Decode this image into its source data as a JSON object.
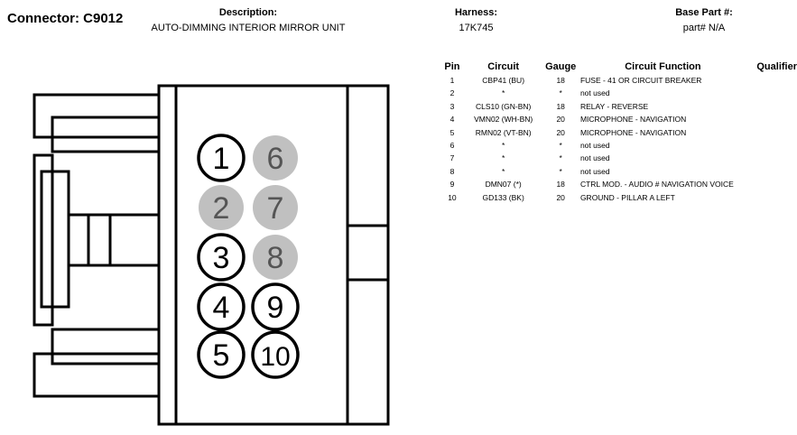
{
  "header": {
    "connector": "Connector: C9012",
    "description_label": "Description:",
    "description": "AUTO-DIMMING INTERIOR MIRROR UNIT",
    "harness_label": "Harness:",
    "harness": "17K745",
    "base_part_label": "Base Part #:",
    "base_part": "part# N/A"
  },
  "colors": {
    "used_pin": "#ffffff",
    "unused_pin": "#c0c0c0",
    "unused_pin_text": "#555555",
    "outline": "#000000"
  },
  "table": {
    "columns": [
      "Pin",
      "Circuit",
      "Gauge",
      "Circuit Function",
      "Qualifier"
    ],
    "rows": [
      {
        "pin": "1",
        "circuit": "CBP41 (BU)",
        "gauge": "18",
        "function": "FUSE - 41 OR CIRCUIT BREAKER",
        "qualifier": ""
      },
      {
        "pin": "2",
        "circuit": "*",
        "gauge": "*",
        "function": "not used",
        "qualifier": ""
      },
      {
        "pin": "3",
        "circuit": "CLS10 (GN-BN)",
        "gauge": "18",
        "function": "RELAY - REVERSE",
        "qualifier": ""
      },
      {
        "pin": "4",
        "circuit": "VMN02 (WH-BN)",
        "gauge": "20",
        "function": "MICROPHONE - NAVIGATION",
        "qualifier": ""
      },
      {
        "pin": "5",
        "circuit": "RMN02 (VT-BN)",
        "gauge": "20",
        "function": "MICROPHONE - NAVIGATION",
        "qualifier": ""
      },
      {
        "pin": "6",
        "circuit": "*",
        "gauge": "*",
        "function": "not used",
        "qualifier": ""
      },
      {
        "pin": "7",
        "circuit": "*",
        "gauge": "*",
        "function": "not used",
        "qualifier": ""
      },
      {
        "pin": "8",
        "circuit": "*",
        "gauge": "*",
        "function": "not used",
        "qualifier": ""
      },
      {
        "pin": "9",
        "circuit": "DMN07 (*)",
        "gauge": "18",
        "function": "CTRL MOD. - AUDIO # NAVIGATION VOICE",
        "qualifier": ""
      },
      {
        "pin": "10",
        "circuit": "GD133 (BK)",
        "gauge": "20",
        "function": "GROUND - PILLAR A LEFT",
        "qualifier": ""
      }
    ]
  },
  "pins": [
    {
      "label": "1",
      "used": true
    },
    {
      "label": "2",
      "used": false
    },
    {
      "label": "3",
      "used": true
    },
    {
      "label": "4",
      "used": true
    },
    {
      "label": "5",
      "used": true
    },
    {
      "label": "6",
      "used": false
    },
    {
      "label": "7",
      "used": false
    },
    {
      "label": "8",
      "used": false
    },
    {
      "label": "9",
      "used": true
    },
    {
      "label": "10",
      "used": true
    }
  ]
}
